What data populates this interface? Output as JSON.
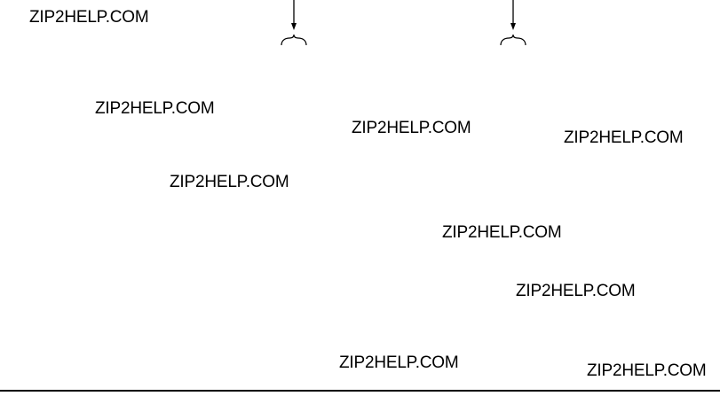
{
  "watermarks": [
    "ZIP2HELP.COM",
    "ZIP2HELP.COM",
    "ZIP2HELP.COM",
    "ZIP2HELP.COM",
    "ZIP2HELP.COM",
    "ZIP2HELP.COM",
    "ZIP2HELP.COM",
    "ZIP2HELP.COM",
    "ZIP2HELP.COM"
  ],
  "colors": {
    "ink": "#000000",
    "background": "#ffffff"
  }
}
